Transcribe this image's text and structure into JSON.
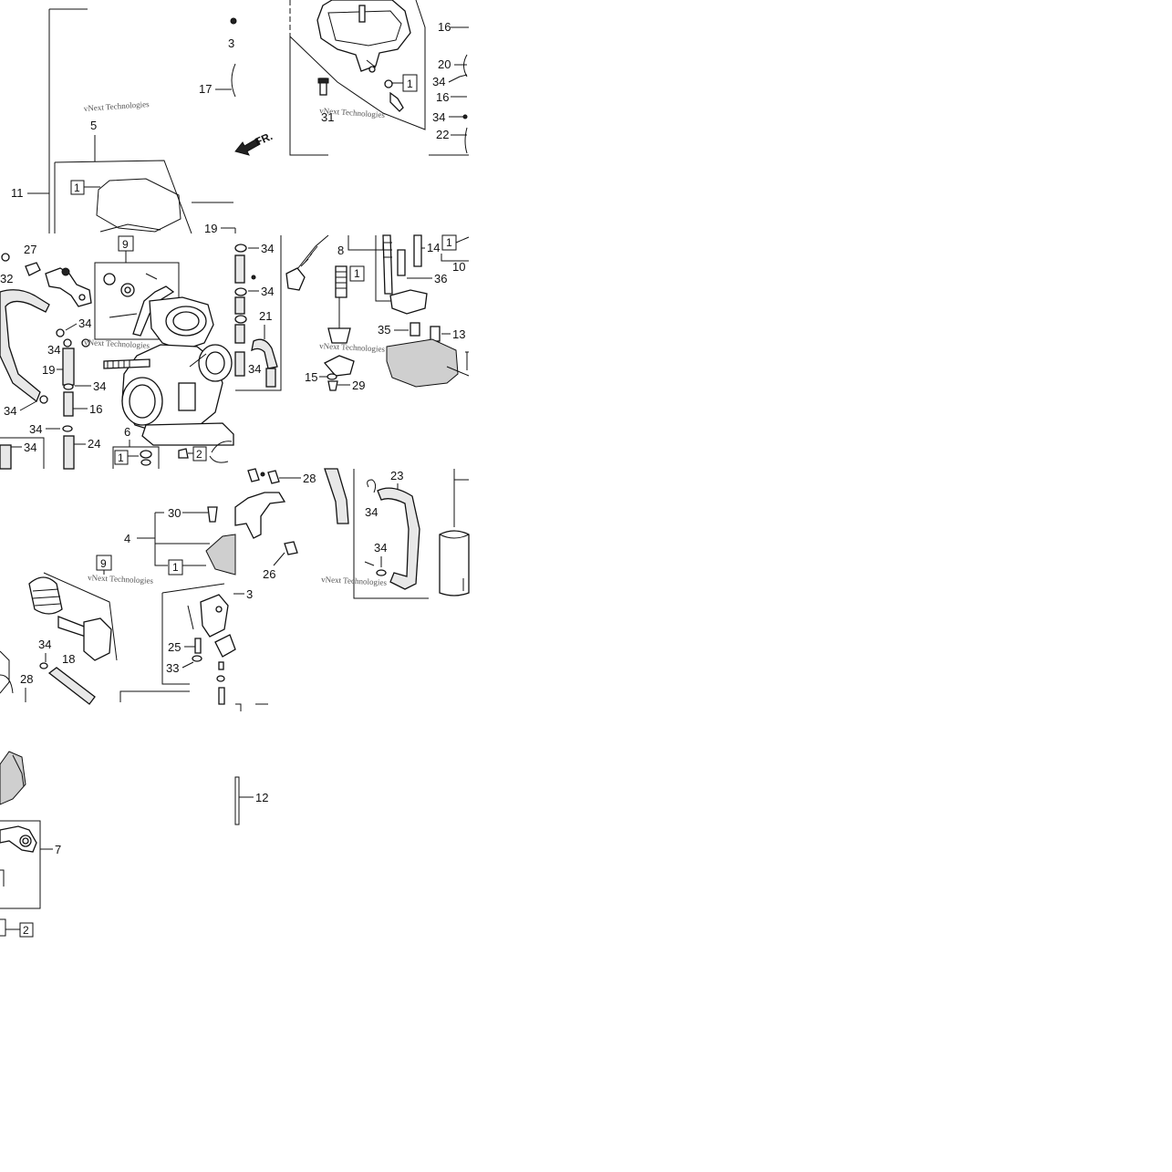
{
  "watermark": "vNext Technologies",
  "direction_label": "FR.",
  "callouts": {
    "c3_top": "3",
    "c17": "17",
    "c5": "5",
    "c11": "11",
    "c19_a": "19",
    "c16_a": "16",
    "c20": "20",
    "c34_a": "34",
    "c16_b": "16",
    "c34_b": "34",
    "c22": "22",
    "c31": "31",
    "c27": "27",
    "c32": "32",
    "c34_c": "34",
    "c34_d": "34",
    "c19_b": "19",
    "c34_e": "34",
    "c16_c": "16",
    "c34_f": "34",
    "c34_g": "34",
    "c24": "24",
    "c34_h": "34",
    "c6": "6",
    "c34_i": "34",
    "c34_j": "34",
    "c21": "21",
    "c34_k": "34",
    "c8": "8",
    "c14": "14",
    "c10": "10",
    "c36": "36",
    "c35": "35",
    "c13": "13",
    "c15": "15",
    "c29": "29",
    "c28_a": "28",
    "c23": "23",
    "c34_l": "34",
    "c34_m": "34",
    "c26": "26",
    "c30": "30",
    "c4": "4",
    "c3_mid": "3",
    "c25": "25",
    "c33": "33",
    "c34_n": "34",
    "c18": "18",
    "c28_b": "28",
    "c12": "12",
    "c7": "7"
  },
  "boxes": {
    "b1_a": "1",
    "b1_b": "1",
    "b9_a": "9",
    "b1_c": "1",
    "b1_d": "1",
    "b1_e": "1",
    "b2_a": "2",
    "b1_f": "1",
    "b9_b": "9",
    "b2_b": "2"
  }
}
